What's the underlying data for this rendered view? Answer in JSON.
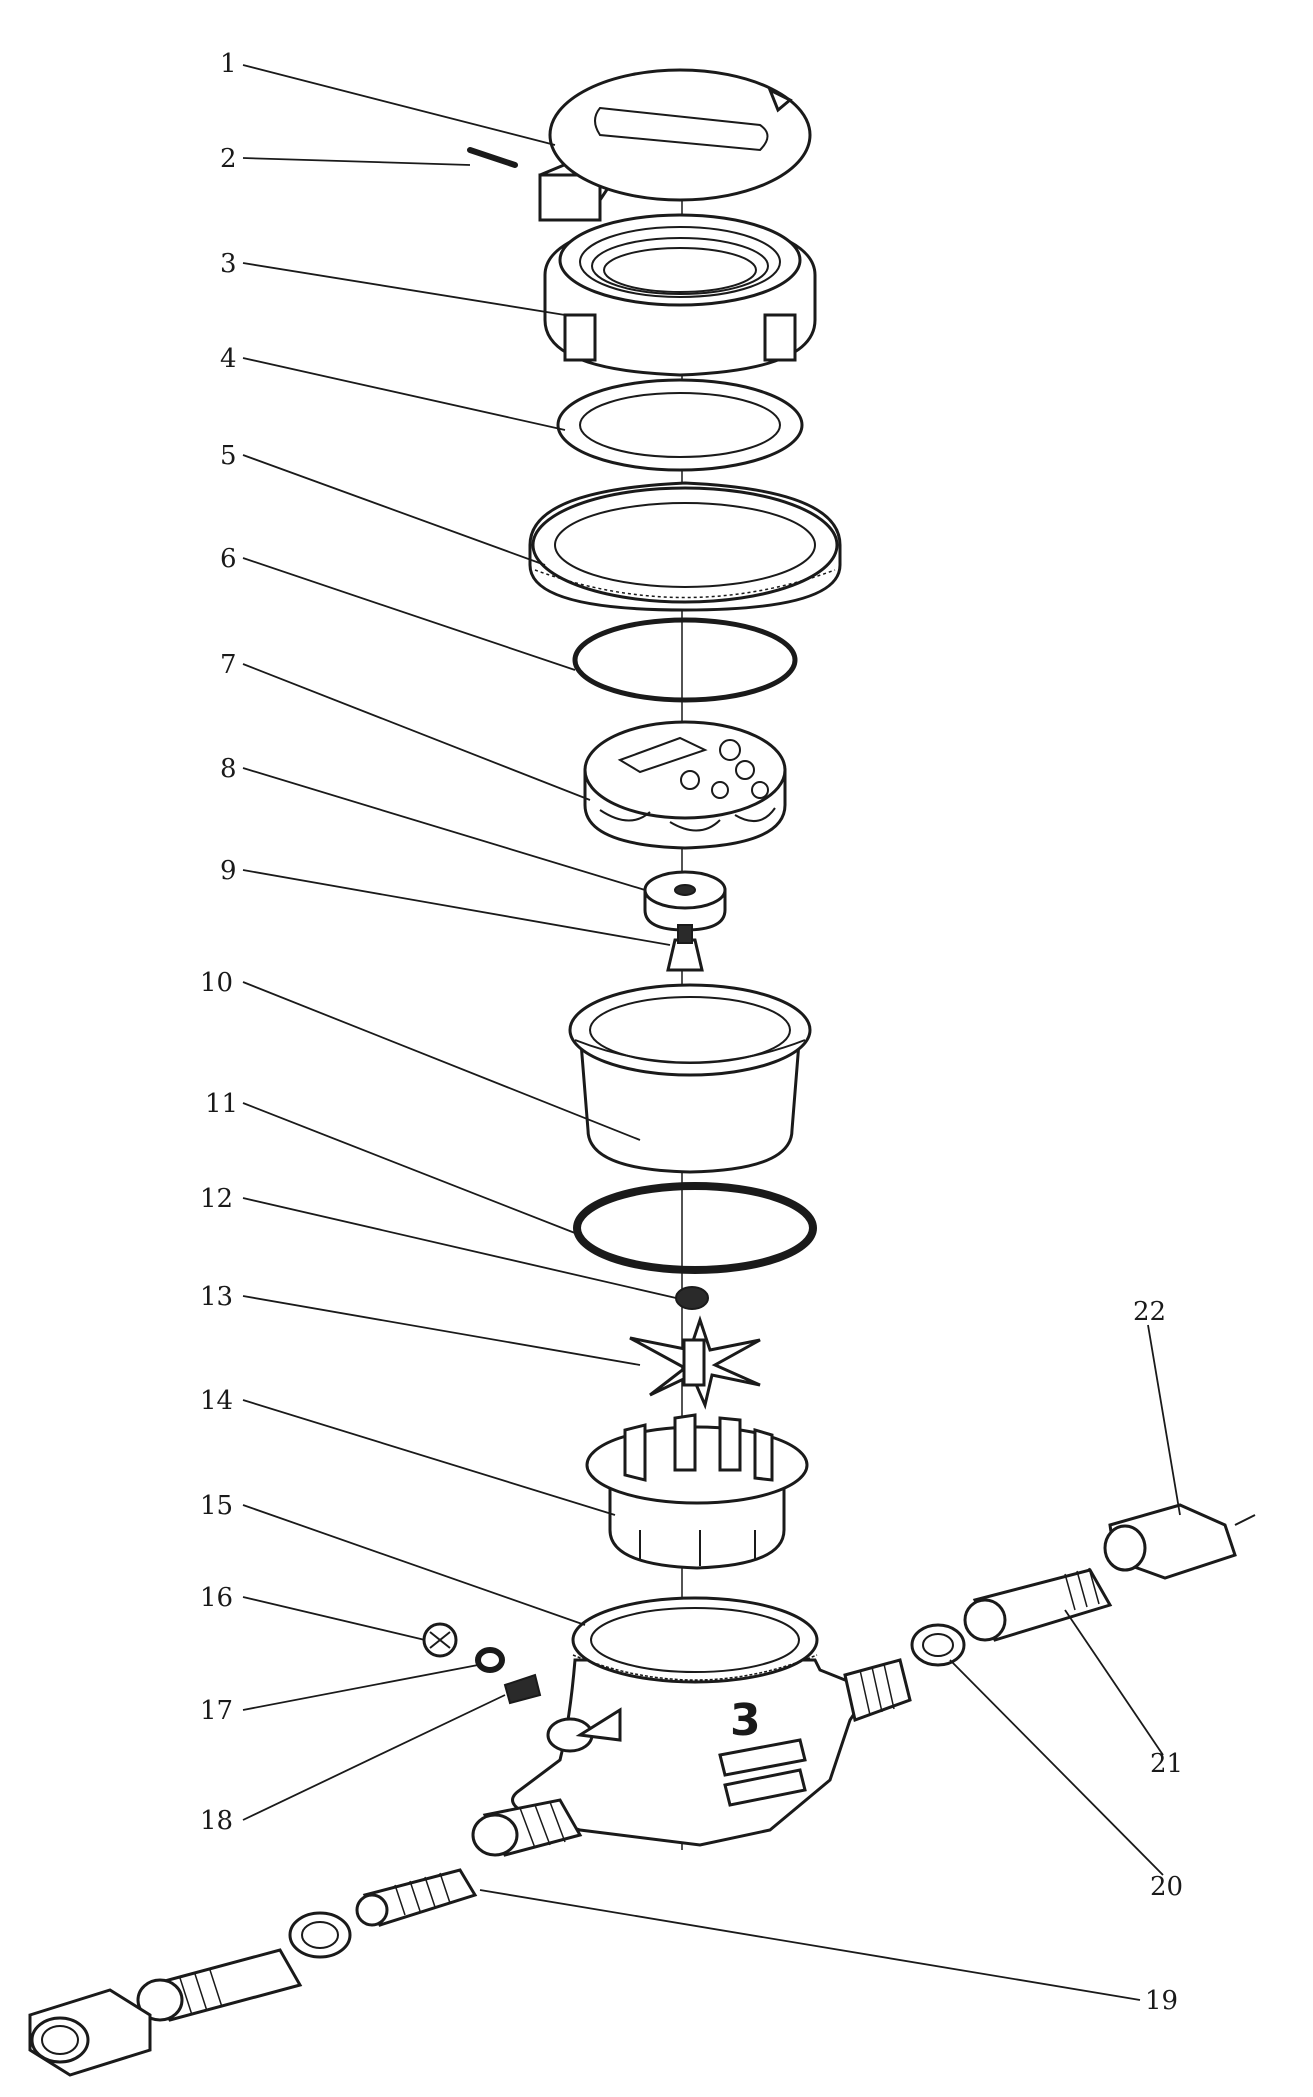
{
  "labels": {
    "l1": "1",
    "l2": "2",
    "l3": "3",
    "l4": "4",
    "l5": "5",
    "l6": "6",
    "l7": "7",
    "l8": "8",
    "l9": "9",
    "l10": "10",
    "l11": "11",
    "l12": "12",
    "l13": "13",
    "l14": "14",
    "l15": "15",
    "l16": "16",
    "l17": "17",
    "l18": "18",
    "l19": "19",
    "l20": "20",
    "l21": "21",
    "l22": "22"
  },
  "body_mark": "3"
}
